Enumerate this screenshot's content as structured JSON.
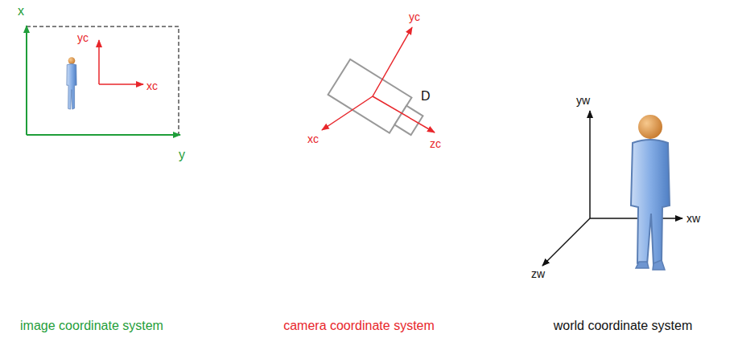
{
  "diagram": {
    "labels": [
      "x",
      "y",
      "yc",
      "xc",
      "yc",
      "xc",
      "zc",
      "D",
      "yw",
      "xw",
      "zw",
      "image coordinate system",
      "camera coordinate system",
      "world coordinate system"
    ]
  }
}
